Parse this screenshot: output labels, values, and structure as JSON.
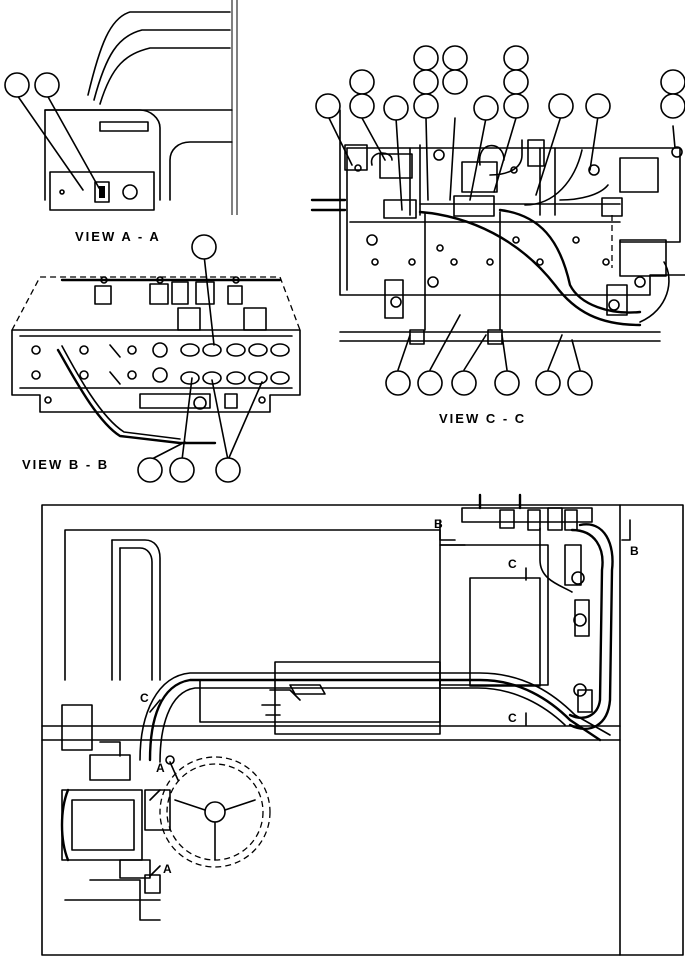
{
  "views": {
    "view_a": "VIEW A - A",
    "view_b": "VIEW B - B",
    "view_c": "VIEW C - C"
  },
  "section_markers": {
    "a_upper": "A",
    "a_lower": "A",
    "b_left": "B",
    "b_right": "B",
    "c_upper": "C",
    "c_lower": "C",
    "c_left": "C"
  }
}
